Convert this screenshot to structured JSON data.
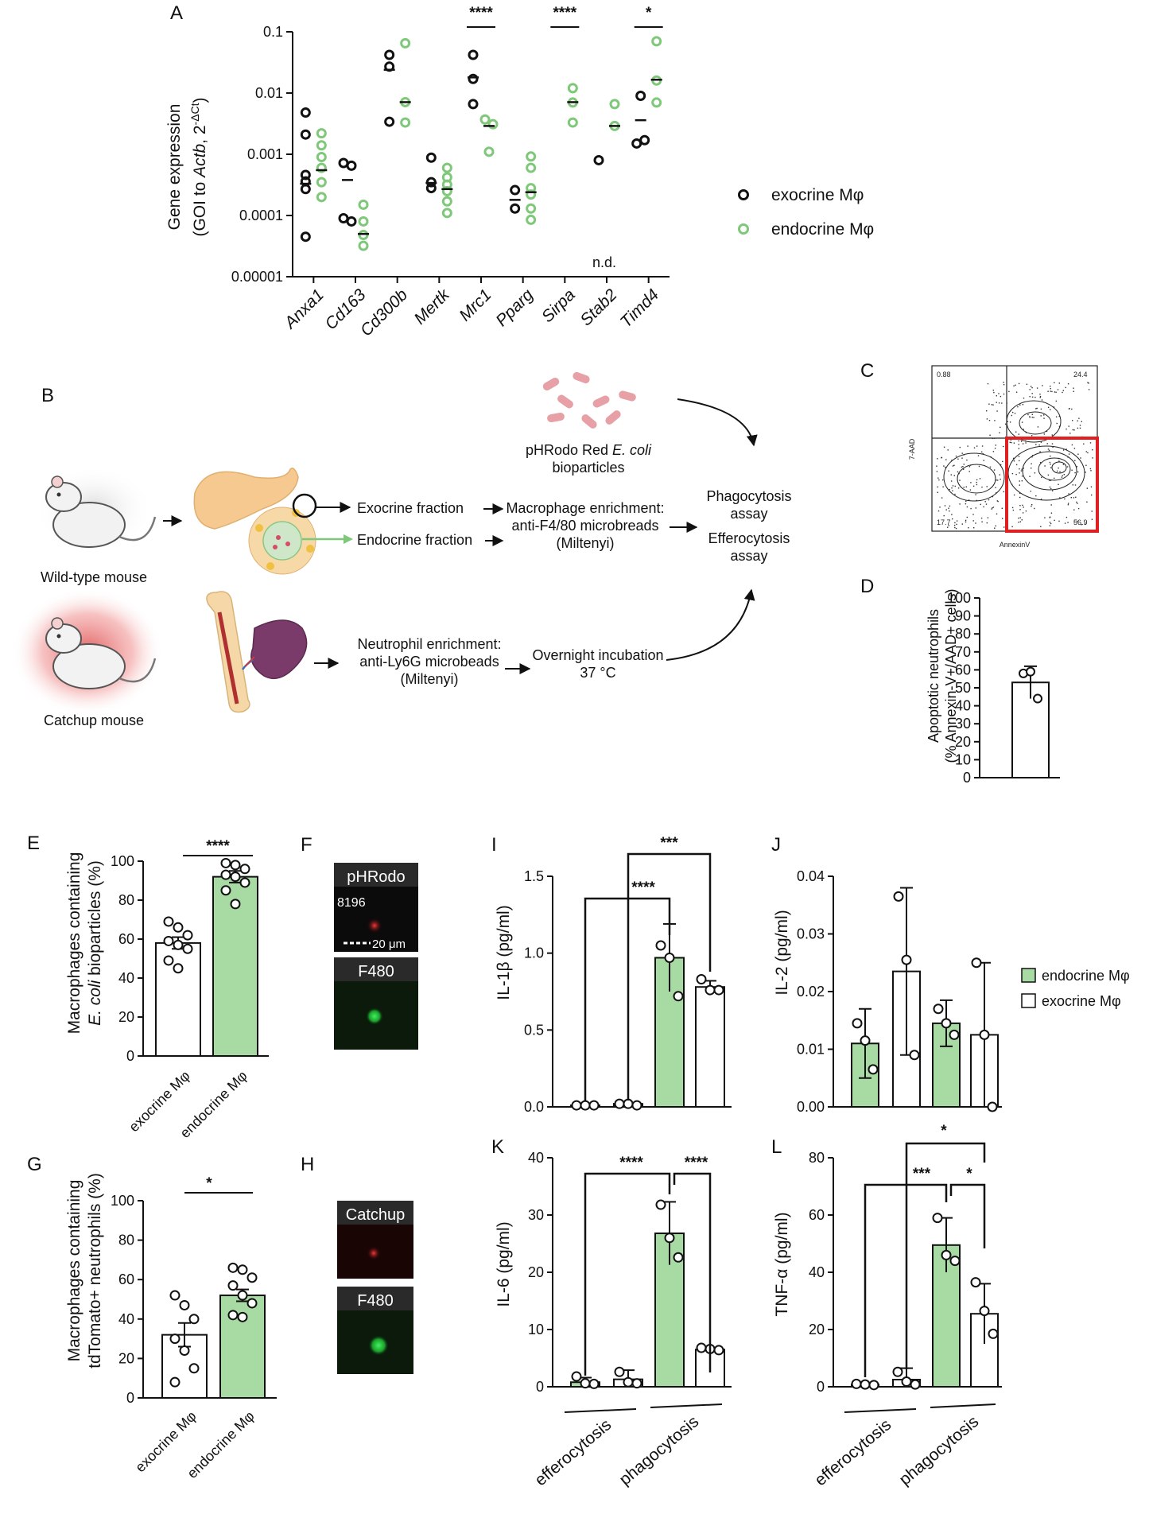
{
  "colors": {
    "green_fill": "#a8dba3",
    "green_stroke": "#7fc87a",
    "black": "#111111",
    "red_gate": "#e02020",
    "fluor_red": "#e02a2a",
    "fluor_green": "#23c03a",
    "mouse_glow": "#e05a5a",
    "pancreas": "#f5c98f",
    "bacteria": "#e7a0a6"
  },
  "chart_data": [
    {
      "id": "A",
      "type": "scatter",
      "letter": "A",
      "ylabel_line1": "Gene expression",
      "ylabel_line2_pre": "(GOI to ",
      "ylabel_line2_ital": "Actb",
      "ylabel_line2_post": ", 2",
      "ylabel_sup": "-ΔCt",
      "ylabel_line2_end": ")",
      "yscale": "log",
      "ylim": [
        1e-05,
        0.1
      ],
      "yticks": [
        "0.1",
        "0.01",
        "0.001",
        "0.0001",
        "0.00001"
      ],
      "categories": [
        "Anxa1",
        "Cd163",
        "Cd300b",
        "Mertk",
        "Mrc1",
        "Pparg",
        "Sirpa",
        "Stab2",
        "Timd4"
      ],
      "legend": [
        "exocrine Mφ",
        "endocrine Mφ"
      ],
      "annotation_nd": "n.d.",
      "significance": [
        {
          "category": "Mrc1",
          "label": "****"
        },
        {
          "category": "Sirpa",
          "label": "****"
        },
        {
          "category": "Timd4",
          "label": "*"
        }
      ],
      "series": [
        {
          "name": "exocrine Mφ",
          "points": [
            [
              0.0048,
              0.0021,
              0.00046,
              0.00036,
              0.00027,
              4.5e-05
            ],
            [
              0.00072,
              0.00065,
              9e-05,
              8e-05
            ],
            [
              0.042,
              0.027,
              0.0034
            ],
            [
              0.00088,
              0.00035,
              0.00028
            ],
            [
              0.042,
              0.017,
              0.0066
            ],
            [
              0.00026,
              0.00013
            ],
            [],
            [
              0.0008
            ],
            [
              0.009,
              0.0017,
              0.0015
            ]
          ],
          "mean": [
            0.00033,
            0.00038,
            0.024,
            0.00034,
            0.018,
            0.00018,
            null,
            null,
            0.0036
          ]
        },
        {
          "name": "endocrine Mφ",
          "points": [
            [
              0.0022,
              0.0014,
              0.0009,
              0.0006,
              0.00035,
              0.0002
            ],
            [
              0.00015,
              8e-05,
              4.8e-05,
              3.2e-05
            ],
            [
              0.065,
              0.0071,
              0.0033
            ],
            [
              0.0006,
              0.00042,
              0.00032,
              0.00025,
              0.00017,
              0.00011
            ],
            [
              0.0037,
              0.0031,
              0.0011
            ],
            [
              0.00092,
              0.0006,
              0.00028,
              0.00022,
              0.00013,
              8.5e-05
            ],
            [
              0.012,
              0.007,
              0.0033
            ],
            [
              0.0066,
              0.0029
            ],
            [
              0.07,
              0.016,
              0.007
            ]
          ],
          "mean": [
            0.00055,
            5e-05,
            0.0071,
            0.00027,
            0.0029,
            0.00024,
            0.0071,
            0.0029,
            0.0165
          ]
        }
      ]
    },
    {
      "id": "D",
      "type": "bar",
      "letter": "D",
      "ylabel_line1": "Apoptotic neutrophils",
      "ylabel_line2": "(% Annexin-V+/AAD+ cells)",
      "ylim": [
        0,
        100
      ],
      "yticks": [
        0,
        10,
        20,
        30,
        40,
        50,
        60,
        70,
        80,
        90,
        100
      ],
      "bars": [
        {
          "value": 53,
          "err": 9,
          "points": [
            58,
            59,
            44
          ],
          "fill": "white"
        }
      ]
    },
    {
      "id": "E",
      "type": "bar",
      "letter": "E",
      "ylabel_line1": "Macrophages containing",
      "ylabel_line2_ital": "E. coli",
      "ylabel_line2_post": " bioparticles (%)",
      "ylim": [
        0,
        100
      ],
      "yticks": [
        0,
        20,
        40,
        60,
        80,
        100
      ],
      "categories": [
        "exocrine Mφ",
        "endocrine Mφ"
      ],
      "significance": "****",
      "bars": [
        {
          "value": 58,
          "err": 3,
          "fill": "white",
          "points": [
            69,
            66,
            62,
            59,
            57,
            55,
            49,
            45
          ]
        },
        {
          "value": 92,
          "err": 3,
          "fill": "green",
          "points": [
            99,
            98,
            96,
            93,
            92,
            89,
            85,
            78
          ]
        }
      ]
    },
    {
      "id": "G",
      "type": "bar",
      "letter": "G",
      "ylabel_line1": "Macrophages containing",
      "ylabel_line2": "tdTomato+ neutrophils (%)",
      "ylim": [
        0,
        100
      ],
      "yticks": [
        0,
        20,
        40,
        60,
        80,
        100
      ],
      "categories": [
        "exocrine Mφ",
        "endocrine Mφ"
      ],
      "significance": "*",
      "bars": [
        {
          "value": 32,
          "err": 6,
          "fill": "white",
          "points": [
            52,
            47,
            40,
            30,
            24,
            15,
            8
          ]
        },
        {
          "value": 52,
          "err": 3,
          "fill": "green",
          "points": [
            66,
            65,
            61,
            57,
            52,
            48,
            42,
            41
          ]
        }
      ]
    },
    {
      "id": "I",
      "type": "bar",
      "letter": "I",
      "ylabel": "IL-1β (pg/ml)",
      "ylim": [
        0,
        1.5
      ],
      "yticks": [
        "0.0",
        "0.5",
        "1.0",
        "1.5"
      ],
      "significance": [
        {
          "from": 0,
          "to": 2,
          "label": "****"
        },
        {
          "from": 1,
          "to": 3,
          "label": "***"
        }
      ],
      "bars": [
        {
          "value": 0.01,
          "err": 0.0,
          "fill": "green",
          "points": [
            0.01,
            0.01,
            0.01
          ]
        },
        {
          "value": 0.02,
          "err": 0.0,
          "fill": "white",
          "points": [
            0.02,
            0.02,
            0.01
          ]
        },
        {
          "value": 0.97,
          "err": 0.22,
          "fill": "green",
          "points": [
            1.05,
            0.97,
            0.72
          ]
        },
        {
          "value": 0.78,
          "err": 0.04,
          "fill": "white",
          "points": [
            0.83,
            0.76,
            0.76
          ]
        }
      ]
    },
    {
      "id": "J",
      "type": "bar",
      "letter": "J",
      "ylabel": "IL-2 (pg/ml)",
      "ylim": [
        0,
        0.04
      ],
      "yticks": [
        "0.00",
        "0.01",
        "0.02",
        "0.03",
        "0.04"
      ],
      "legend": [
        "endocrine Mφ",
        "exocrine Mφ"
      ],
      "bars": [
        {
          "value": 0.011,
          "err": 0.006,
          "fill": "green",
          "points": [
            0.0145,
            0.0115,
            0.0065
          ]
        },
        {
          "value": 0.0235,
          "err": 0.0145,
          "fill": "white",
          "points": [
            0.0365,
            0.0255,
            0.009
          ]
        },
        {
          "value": 0.0145,
          "err": 0.004,
          "fill": "green",
          "points": [
            0.017,
            0.0145,
            0.0125
          ]
        },
        {
          "value": 0.0125,
          "err": 0.0125,
          "fill": "white",
          "points": [
            0.025,
            0.0125,
            0.0
          ]
        }
      ]
    },
    {
      "id": "K",
      "type": "bar",
      "letter": "K",
      "ylabel": "IL-6 (pg/ml)",
      "ylim": [
        0,
        40
      ],
      "yticks": [
        0,
        10,
        20,
        30,
        40
      ],
      "groups": [
        "efferocytosis",
        "phagocytosis"
      ],
      "significance": [
        {
          "from": 0,
          "to": 2,
          "label": "****"
        },
        {
          "from": 2,
          "to": 3,
          "label": "****"
        }
      ],
      "bars": [
        {
          "value": 0.8,
          "err": 0.8,
          "fill": "green",
          "points": [
            1.8,
            0.6,
            0.5
          ]
        },
        {
          "value": 1.3,
          "err": 1.6,
          "fill": "white",
          "points": [
            2.6,
            0.8,
            0.6
          ]
        },
        {
          "value": 26.8,
          "err": 5.5,
          "fill": "green",
          "points": [
            31.8,
            26.0,
            22.6
          ]
        },
        {
          "value": 6.5,
          "err": 0.3,
          "fill": "white",
          "points": [
            6.8,
            6.6,
            6.4
          ]
        }
      ]
    },
    {
      "id": "L",
      "type": "bar",
      "letter": "L",
      "ylabel": "TNF-α (pg/ml)",
      "ylim": [
        0,
        80
      ],
      "yticks": [
        0,
        20,
        40,
        60,
        80
      ],
      "groups": [
        "efferocytosis",
        "phagocytosis"
      ],
      "significance": [
        {
          "from": 0,
          "to": 2,
          "label": "***"
        },
        {
          "from": 2,
          "to": 3,
          "label": "*"
        },
        {
          "from": 1,
          "to": 3,
          "label": "*"
        }
      ],
      "bars": [
        {
          "value": 0.8,
          "err": 0.3,
          "fill": "green",
          "points": [
            1.0,
            0.8,
            0.6
          ]
        },
        {
          "value": 2.5,
          "err": 4.0,
          "fill": "white",
          "points": [
            5.2,
            1.8,
            0.8
          ]
        },
        {
          "value": 49.5,
          "err": 9.5,
          "fill": "green",
          "points": [
            59.0,
            46.0,
            44.0
          ]
        },
        {
          "value": 25.5,
          "err": 10.5,
          "fill": "white",
          "points": [
            36.5,
            26.5,
            18.5
          ]
        }
      ]
    }
  ],
  "panel_B": {
    "letter": "B",
    "wildtype_label": "Wild-type mouse",
    "catchup_label": "Catchup mouse",
    "exocrine_fraction": "Exocrine fraction",
    "endocrine_fraction": "Endocrine fraction",
    "enrichment_line1": "Macrophage enrichment:",
    "enrichment_line2": "anti-F4/80 microbreads",
    "enrichment_line3": "(Miltenyi)",
    "bioparticles_line1_pre": "pHRodo Red ",
    "bioparticles_line1_ital": "E. coli",
    "bioparticles_line2": "bioparticles",
    "phago_line1": "Phagocytosis",
    "phago_line2": "assay",
    "effero_line1": "Efferocytosis",
    "effero_line2": "assay",
    "neutro_line1": "Neutrophil enrichment:",
    "neutro_line2": "anti-Ly6G microbeads",
    "neutro_line3": "(Miltenyi)",
    "incub_line1": "Overnight incubation",
    "incub_line2": "37 °C"
  },
  "panel_C": {
    "letter": "C",
    "q_ul": "0.88",
    "q_ur": "24.4",
    "q_ll": "17.7",
    "q_lr": "56.9",
    "ylabel": "7-AAD",
    "xlabel": "AnnexinV"
  },
  "panel_F": {
    "letter": "F",
    "top_label": "pHRodo",
    "number": "8196",
    "scale": "20 μm",
    "bottom_label": "F480"
  },
  "panel_H": {
    "letter": "H",
    "top_label": "Catchup",
    "bottom_label": "F480"
  }
}
